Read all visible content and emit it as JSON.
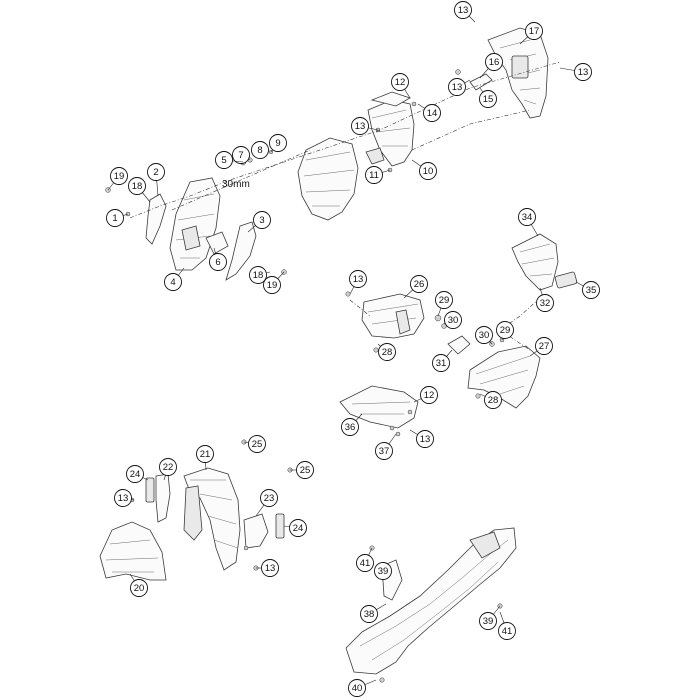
{
  "dimension_note": "30mm",
  "callouts": [
    "13",
    "17",
    "13",
    "16",
    "13",
    "15",
    "12",
    "14",
    "13",
    "9",
    "8",
    "7",
    "5",
    "11",
    "10",
    "19",
    "2",
    "18",
    "1",
    "3",
    "6",
    "18",
    "19",
    "4",
    "34",
    "35",
    "32",
    "13",
    "26",
    "29",
    "30",
    "31",
    "28",
    "30",
    "29",
    "27",
    "28",
    "12",
    "36",
    "13",
    "37",
    "25",
    "21",
    "22",
    "24",
    "13",
    "25",
    "23",
    "24",
    "20",
    "13",
    "41",
    "39",
    "38",
    "39",
    "41",
    "40"
  ]
}
